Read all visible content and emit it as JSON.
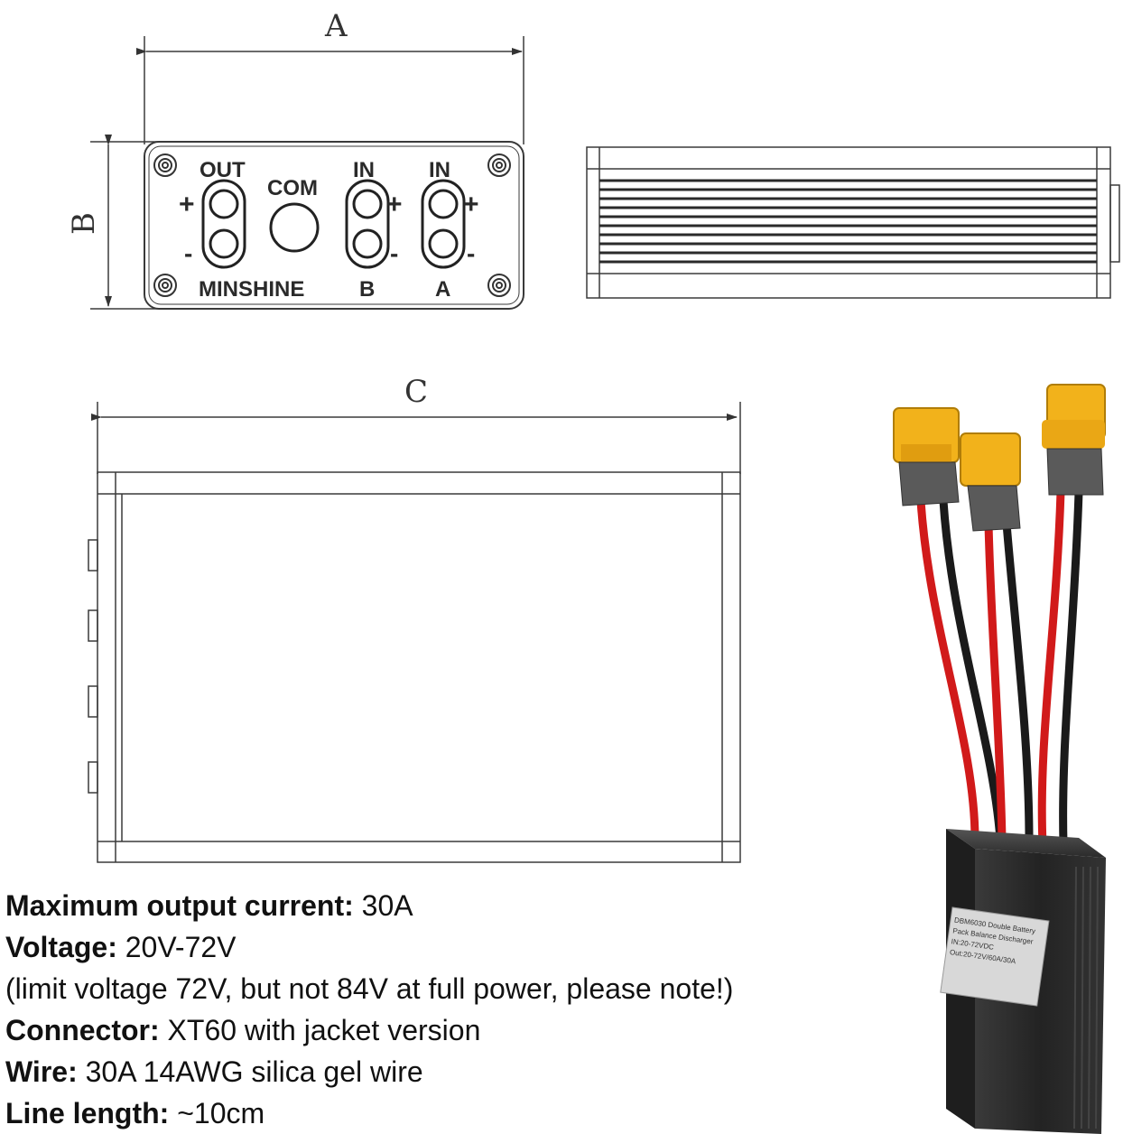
{
  "dimensions": {
    "a": "A",
    "b": "B",
    "c": "C"
  },
  "panel": {
    "out": "OUT",
    "com": "COM",
    "in_b": "IN",
    "in_a": "IN",
    "brand": "MINSHINE",
    "b": "B",
    "a": "A",
    "plus": "+",
    "minus": "-"
  },
  "product_label": {
    "line1": "DBM6030 Double Battery",
    "line2": "Pack Balance Discharger",
    "line3": "IN:20-72VDC",
    "line4": "Out:20-72V/60A/30A"
  },
  "specs": [
    {
      "label": "Maximum output current:",
      "value": " 30A"
    },
    {
      "label": "Voltage:",
      "value": " 20V-72V"
    },
    {
      "label": "",
      "value": "(limit voltage 72V, but not 84V at full power, please note!)"
    },
    {
      "label": "Connector:",
      "value": " XT60 with jacket version"
    },
    {
      "label": "Wire:",
      "value": " 30A 14AWG silica gel wire"
    },
    {
      "label": "Line length:",
      "value": " ~10cm"
    }
  ],
  "colors": {
    "line": "#3a3a3a",
    "connector": "#f2b21b",
    "boot": "#5a5a5a",
    "wire_red": "#d11a1a",
    "wire_black": "#1a1a1a",
    "box": "#2b2b2b"
  }
}
